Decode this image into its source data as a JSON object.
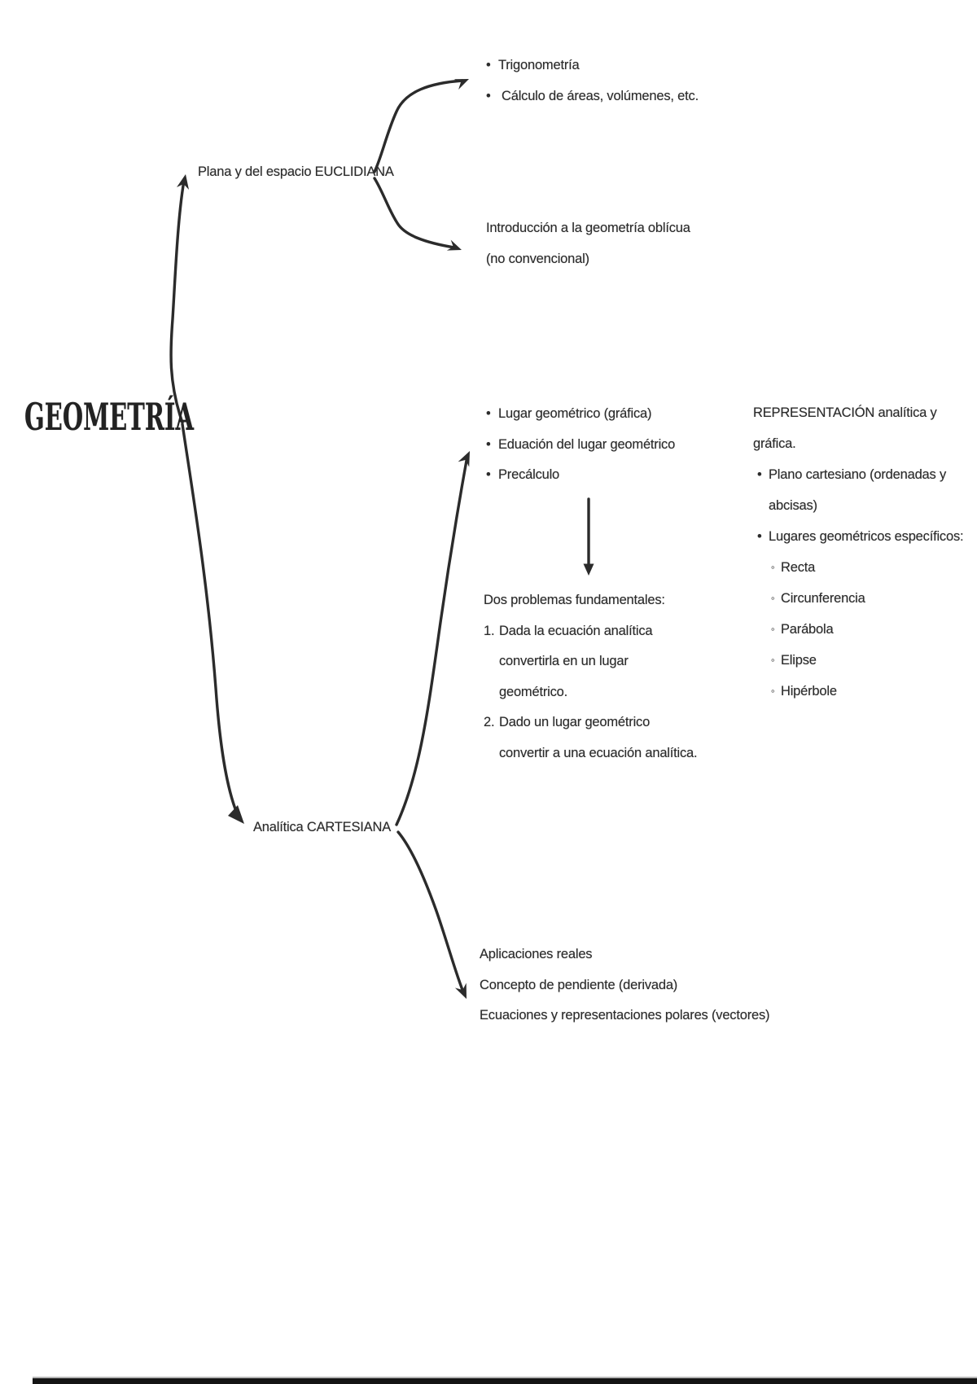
{
  "ink": "#2b2b2b",
  "background": "#ffffff",
  "glyphs": {
    "bullet": "•",
    "sub_bullet": "◦"
  },
  "root": {
    "label": "GEOMETRÍA"
  },
  "nodes": {
    "euclidiana": {
      "label": "Plana y del espacio EUCLIDIANA"
    },
    "cartesiana": {
      "label": "Analítica CARTESIANA"
    }
  },
  "euclid_topics": {
    "items": [
      "Trigonometría",
      "Cálculo de áreas, volúmenes, etc."
    ]
  },
  "oblique_intro": {
    "lines": [
      "Introducción a la geometría oblícua",
      "(no convencional)"
    ]
  },
  "loci_topics": {
    "items": [
      "Lugar geométrico (gráfica)",
      "Eduación del lugar geométrico",
      "Precálculo"
    ]
  },
  "problems": {
    "title": "Dos problemas fundamentales:",
    "items": [
      {
        "num": "1.",
        "lines": [
          "Dada la ecuación analítica",
          "convertirla en un lugar",
          "geométrico."
        ]
      },
      {
        "num": "2.",
        "lines": [
          "Dado un lugar geométrico",
          "convertir a una ecuación analítica."
        ]
      }
    ]
  },
  "representation": {
    "title_lines": [
      "REPRESENTACIÓN analítica y",
      "gráfica."
    ],
    "bullet_plano": {
      "lines": [
        "Plano cartesiano (ordenadas y",
        "abcisas)"
      ]
    },
    "bullet_lugares": {
      "label": "Lugares geométricos específicos:"
    },
    "loci_list": [
      "Recta",
      "Circunferencia",
      "Parábola",
      "Elipse",
      "Hipérbole"
    ]
  },
  "applications": {
    "lines": [
      "Aplicaciones reales",
      "Concepto de pendiente (derivada)",
      "Ecuaciones y representaciones polares (vectores)"
    ]
  }
}
